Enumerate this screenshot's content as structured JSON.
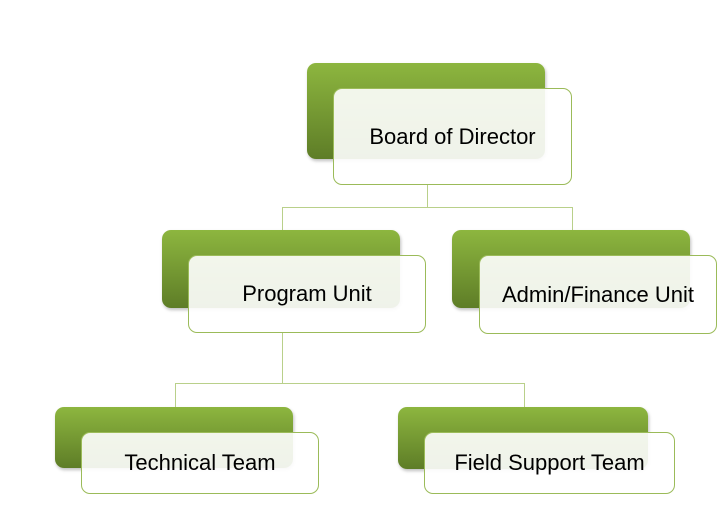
{
  "org_chart": {
    "nodes": [
      {
        "id": "board",
        "label": "Board of Director"
      },
      {
        "id": "program",
        "label": "Program Unit",
        "parent": "board"
      },
      {
        "id": "admin",
        "label": "Admin/Finance Unit",
        "parent": "board"
      },
      {
        "id": "technical",
        "label": "Technical Team",
        "parent": "program"
      },
      {
        "id": "field",
        "label": "Field Support Team",
        "parent": "program"
      }
    ]
  },
  "colors": {
    "accent": "#8db63f",
    "accent_dark": "#5e7d27",
    "border": "#9bbb59",
    "connector": "#b9d08a"
  }
}
